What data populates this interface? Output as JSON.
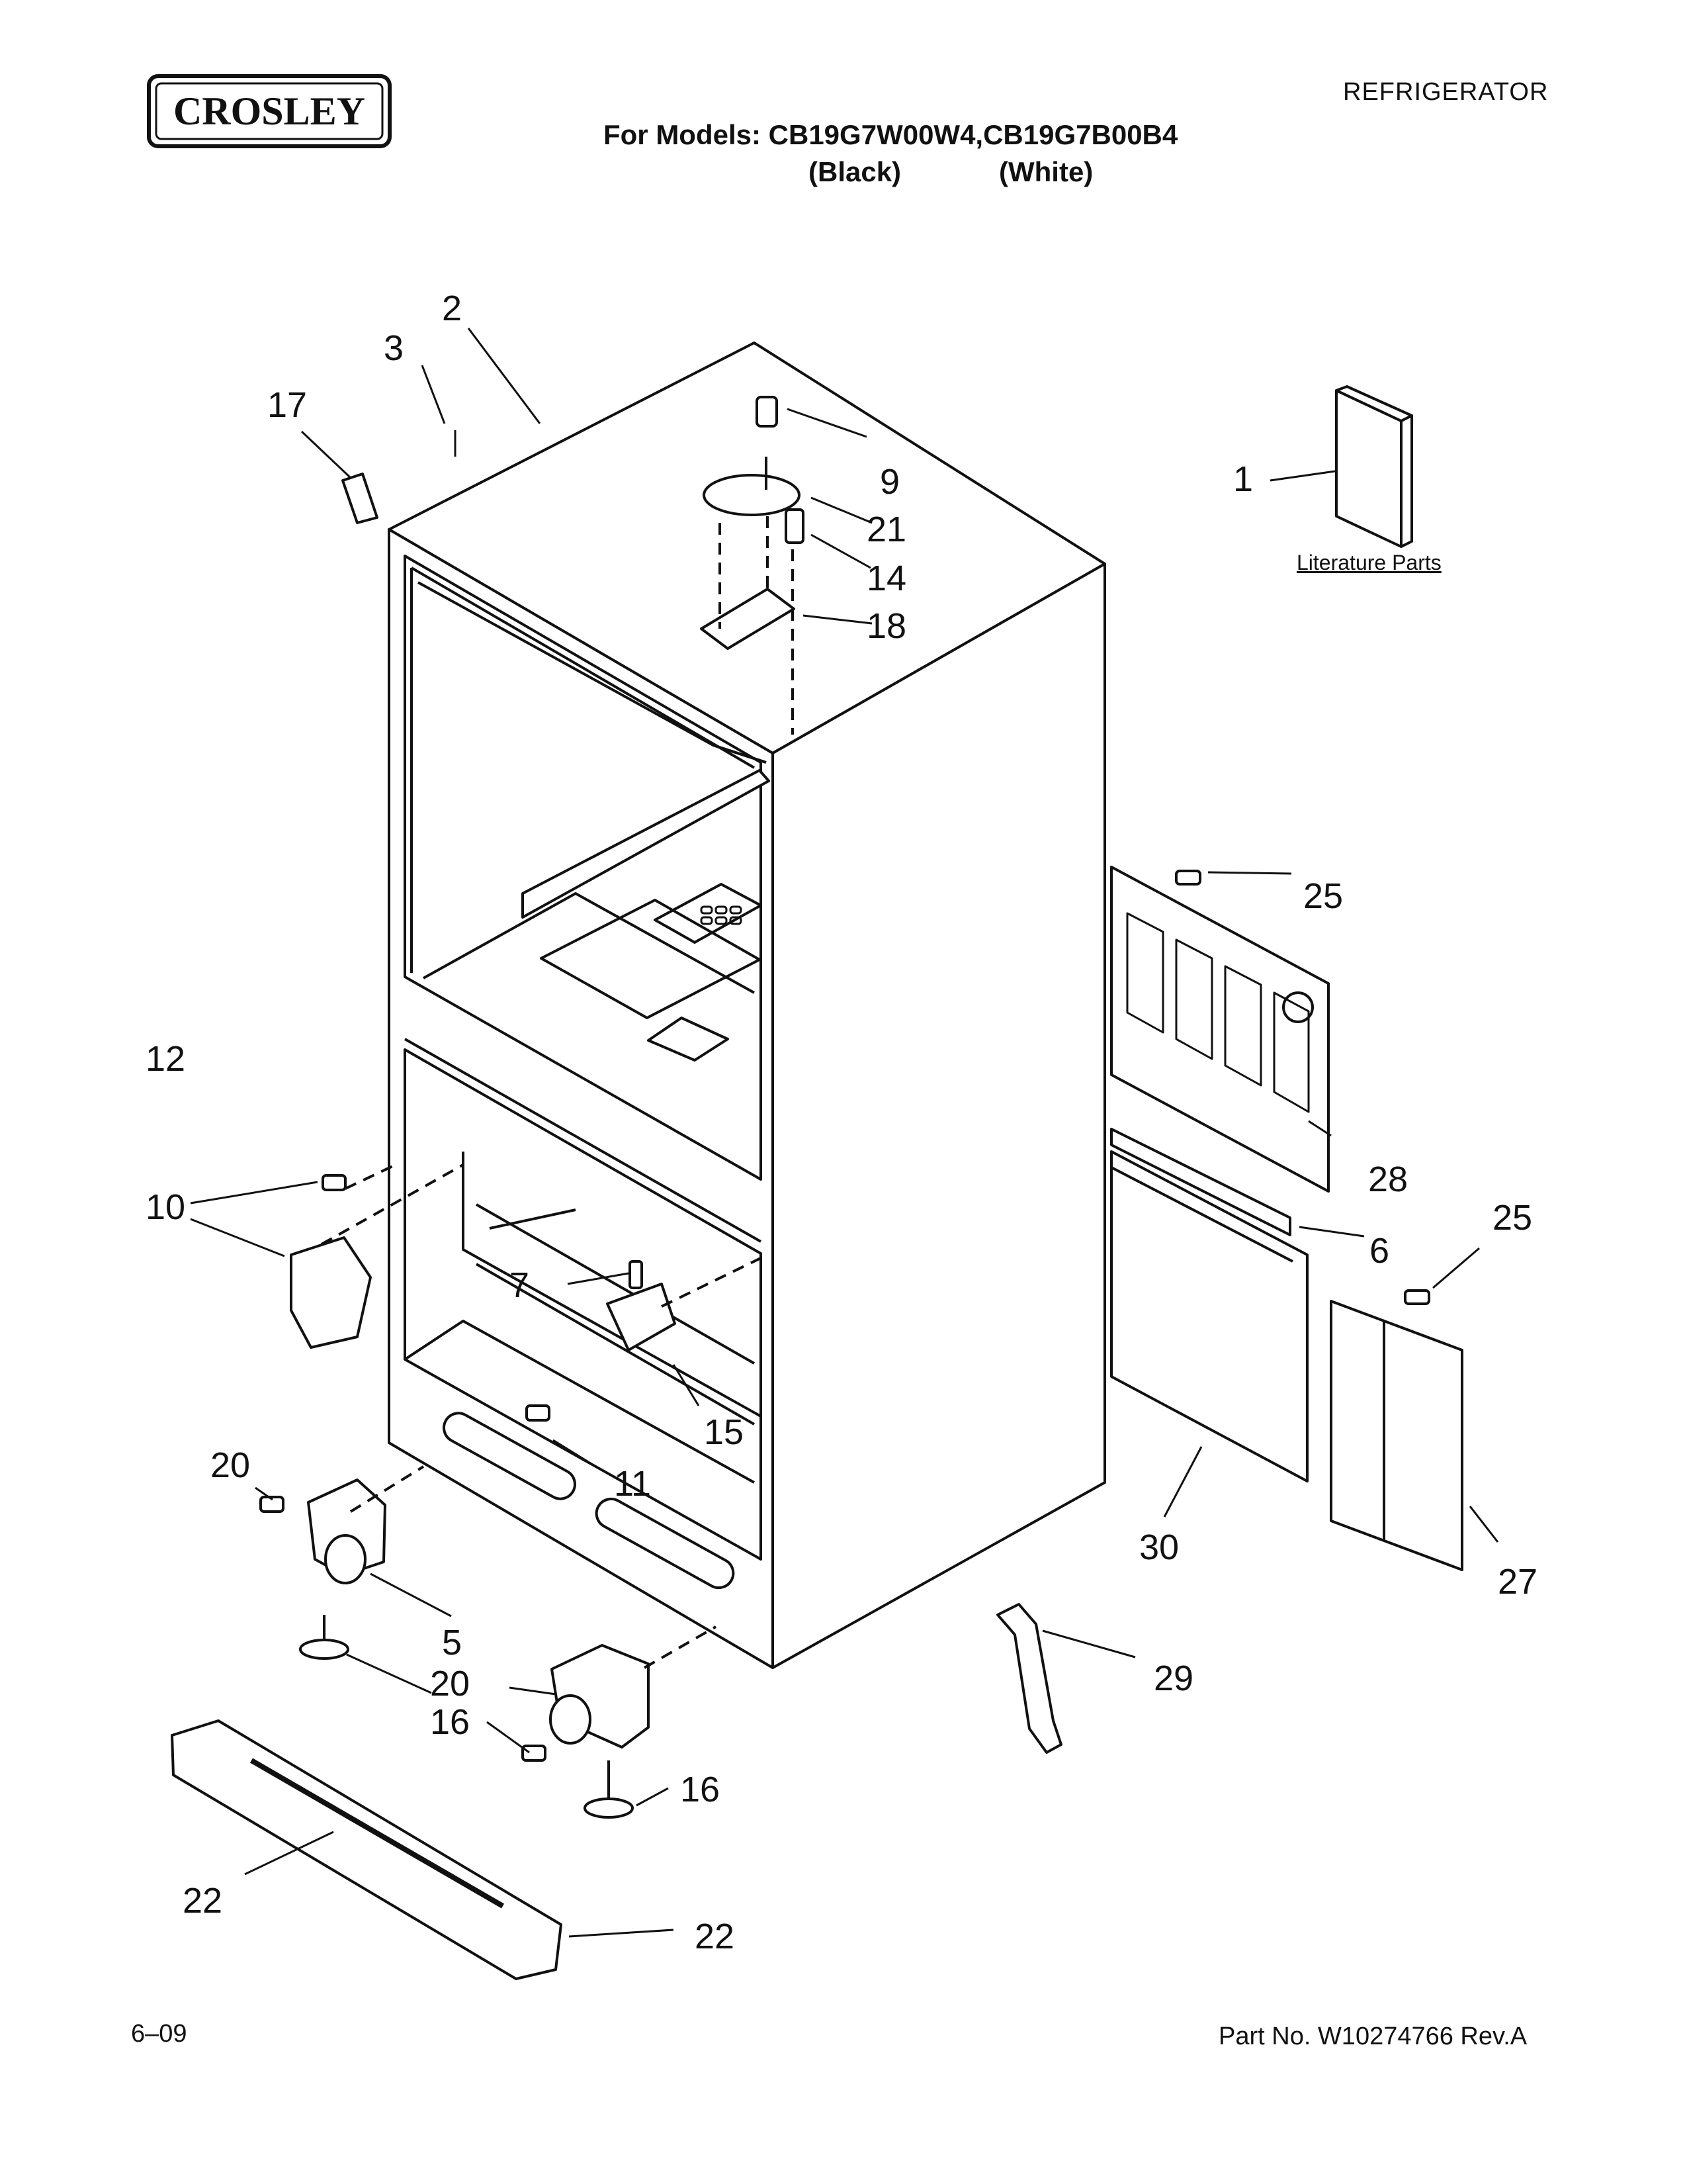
{
  "header": {
    "brand": "CROSLEY",
    "category": "REFRIGERATOR",
    "models_line": "For Models: CB19G7W00W4,CB19G7B00B4",
    "color_1": "(Black)",
    "color_2": "(White)"
  },
  "literature_label": "Literature Parts",
  "callouts": [
    "1",
    "2",
    "3",
    "5",
    "6",
    "7",
    "9",
    "10",
    "11",
    "12",
    "14",
    "15",
    "16",
    "16",
    "17",
    "18",
    "20",
    "20",
    "21",
    "22",
    "22",
    "25",
    "25",
    "27",
    "28",
    "29",
    "30"
  ],
  "footer": {
    "date": "6–09",
    "part_number": "Part No. W10274766 Rev.A"
  }
}
